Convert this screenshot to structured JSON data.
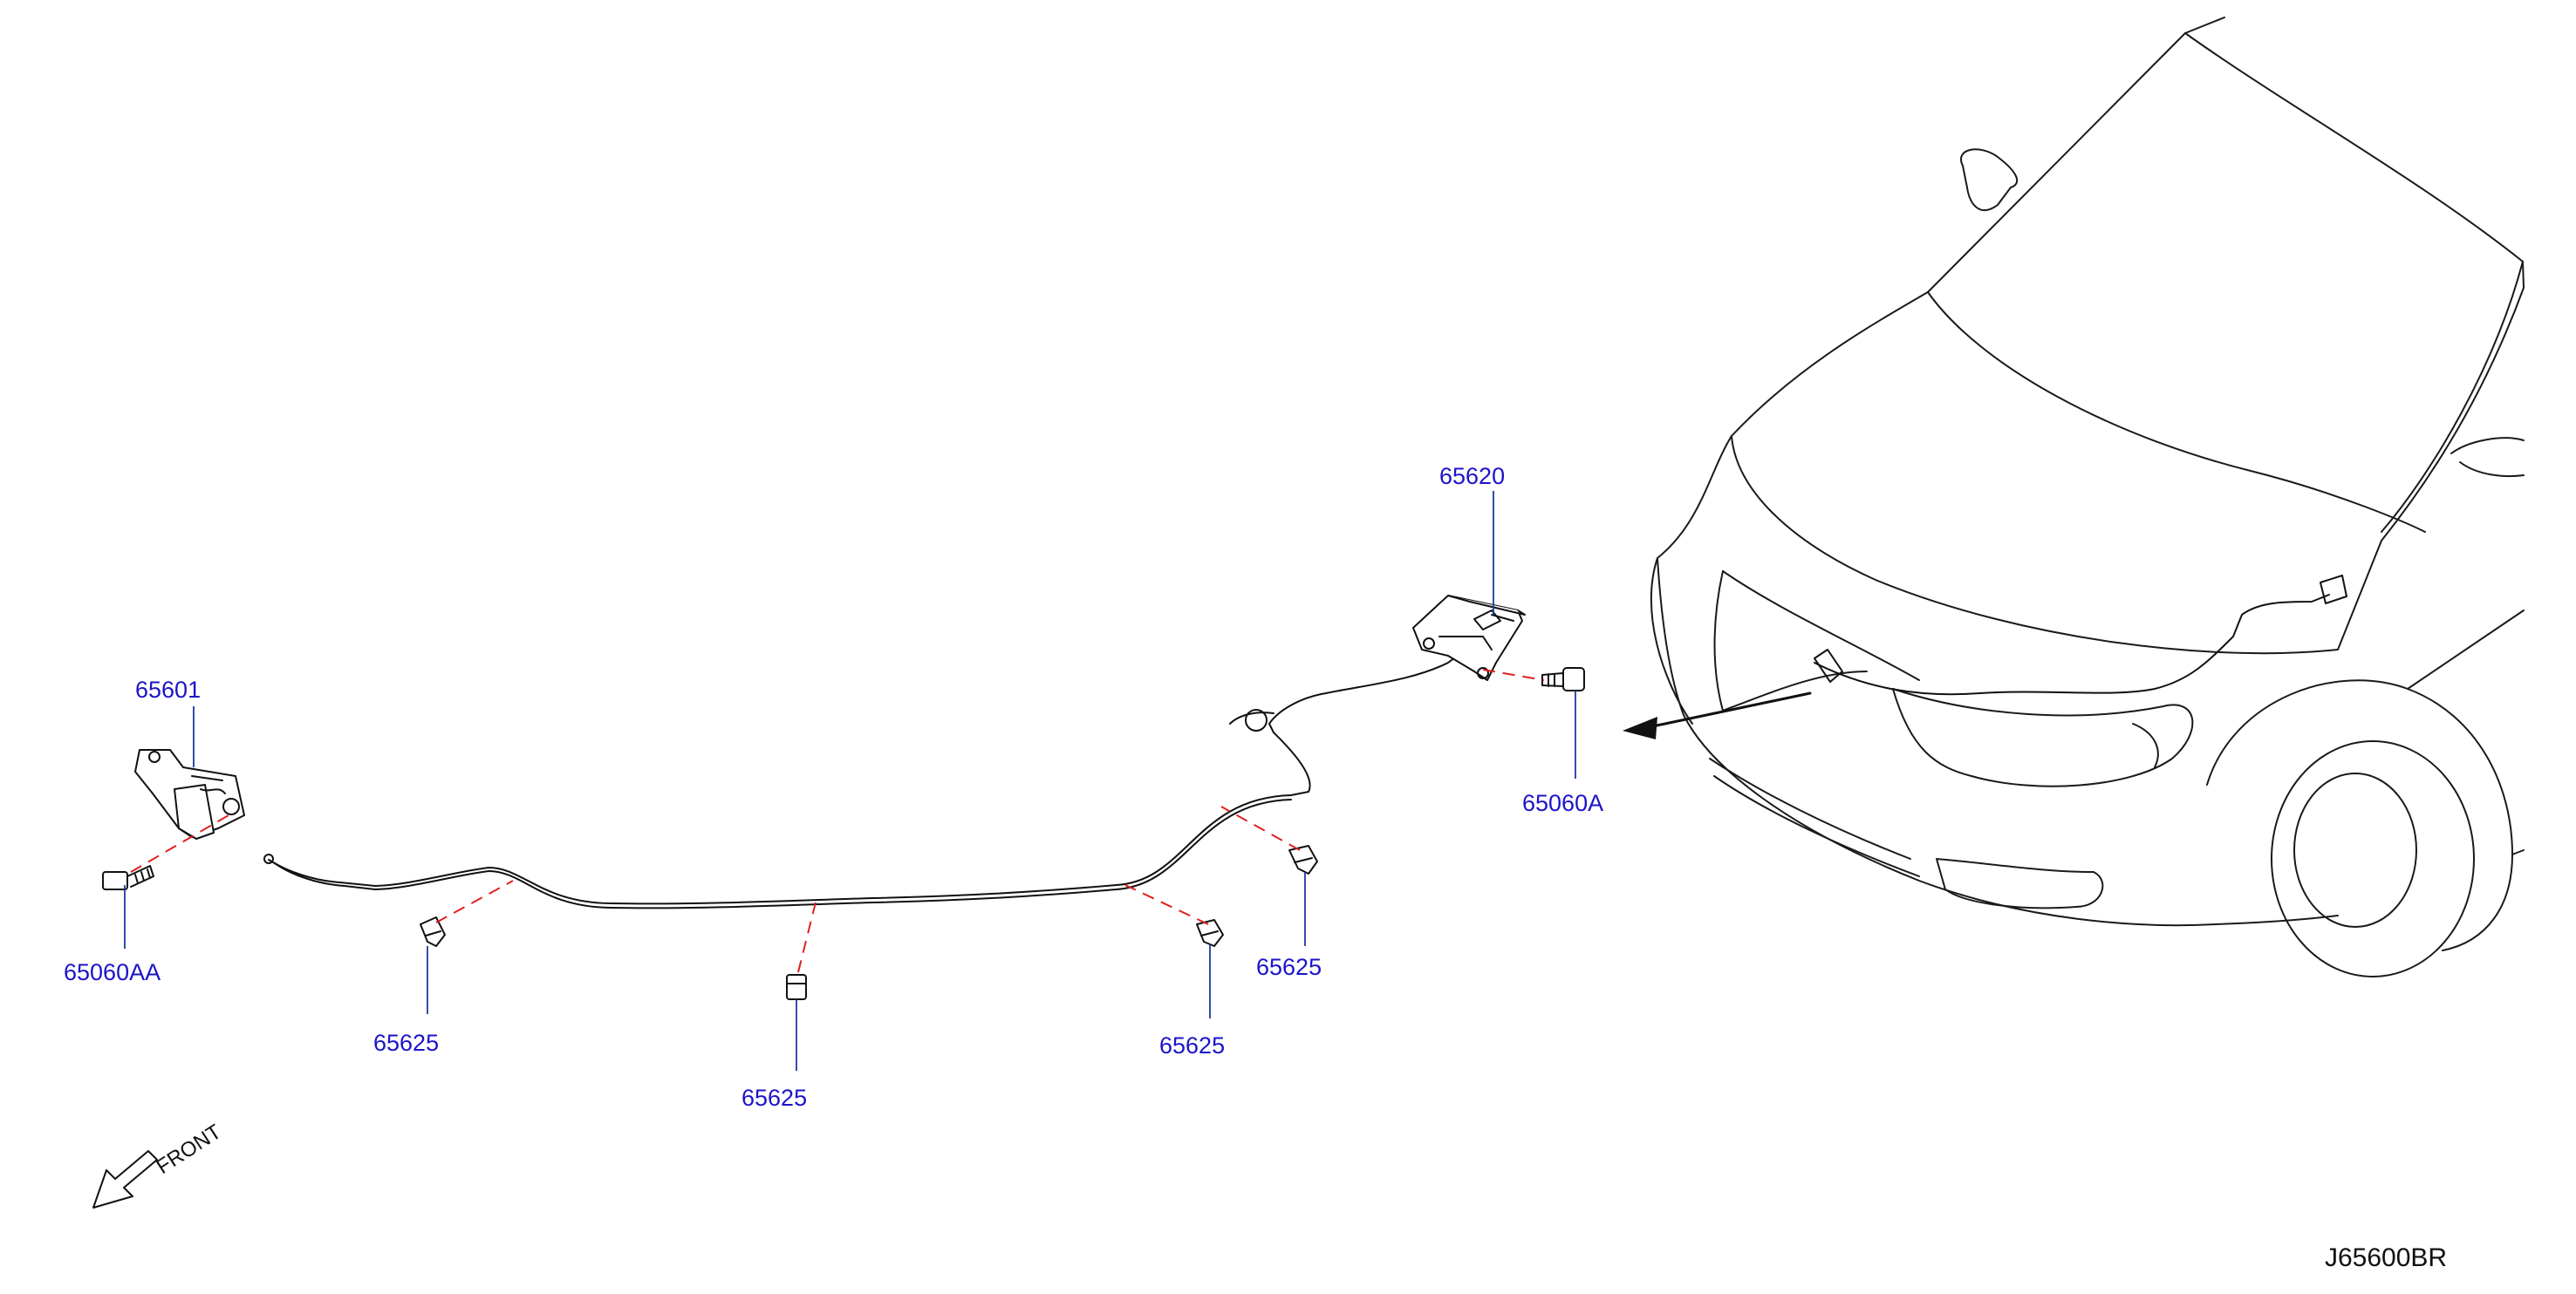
{
  "diagram_code": "J65600BR",
  "front_label": "FRONT",
  "parts": {
    "latch": "65601",
    "latch_bolt": "65060AA",
    "lock_assembly": "65620",
    "lock_bolt": "65060A",
    "clip_1": "65625",
    "clip_2": "65625",
    "clip_3": "65625",
    "clip_4": "65625"
  }
}
